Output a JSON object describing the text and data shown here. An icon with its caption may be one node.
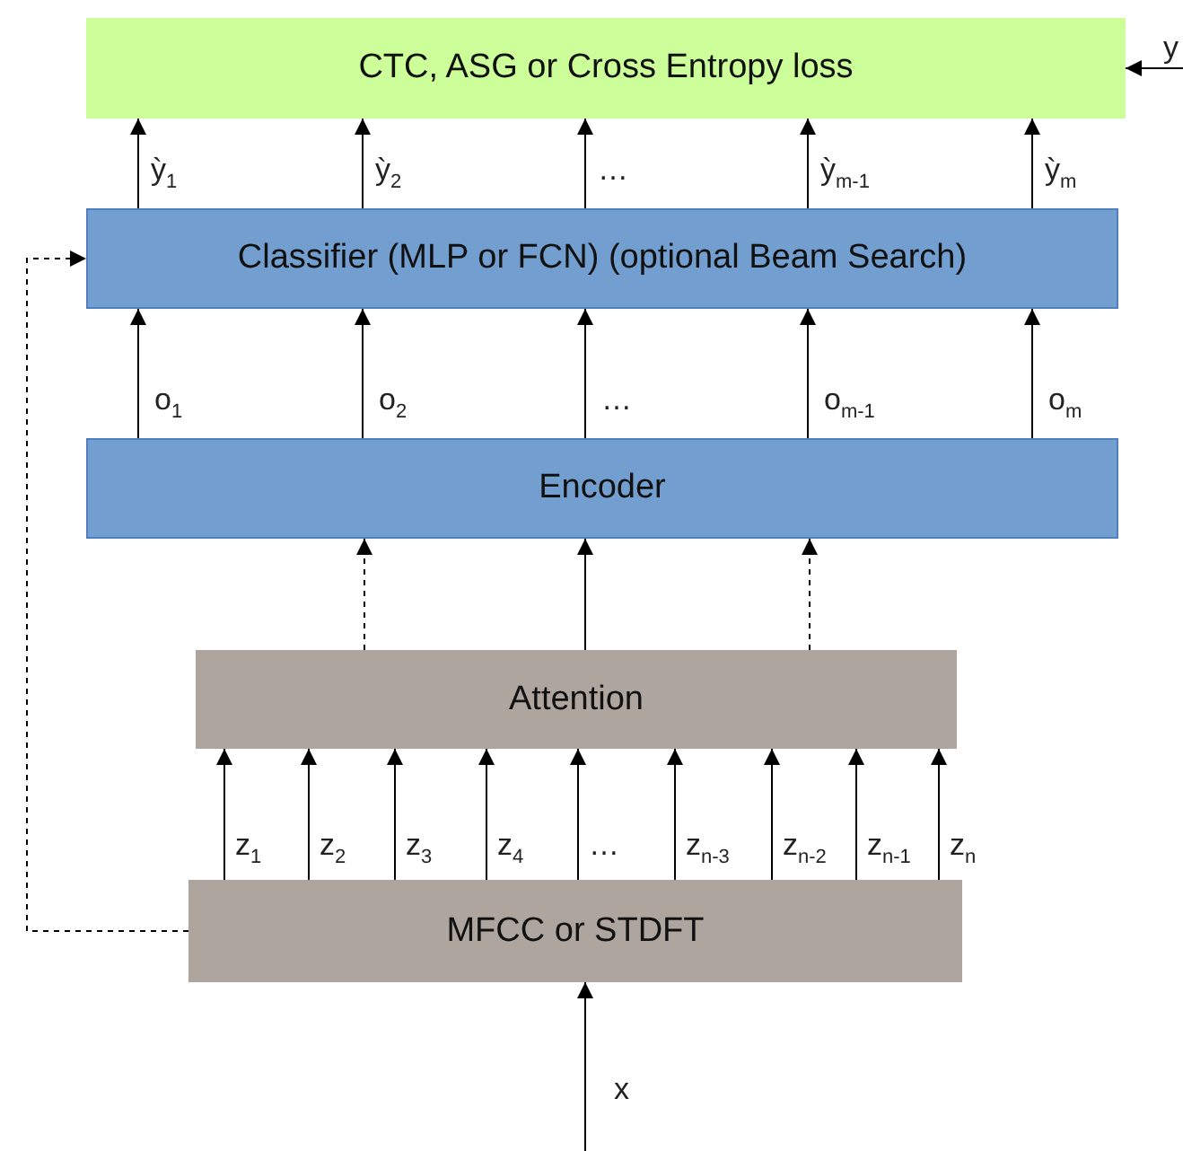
{
  "diagram": {
    "nodes": [
      {
        "text": [
          "CTC, ASG or Cross Entropy loss"
        ]
      },
      {
        "text": [
          "Classifier (MLP or FCN)  (optional Beam Search)"
        ]
      },
      {
        "text": [
          "Encoder"
        ]
      },
      {
        "text": [
          "Attention"
        ]
      },
      {
        "text": [
          "MFCC or STDFT"
        ]
      }
    ],
    "edges": [
      {
        "from": 1,
        "to": 0,
        "arrow": "to",
        "label": "ỳ$_{1}$"
      },
      {
        "from": 1,
        "to": 0,
        "arrow": "to",
        "label": "ỳ$_{2}$"
      },
      {
        "from": 1,
        "to": 0,
        "arrow": "to",
        "label": "…"
      },
      {
        "from": 1,
        "to": 0,
        "arrow": "to",
        "label": "ỳ$_{m-1}$"
      },
      {
        "from": 1,
        "to": 0,
        "arrow": "to",
        "label": "ỳ$_{m}$"
      },
      {
        "from": null,
        "to": 0,
        "arrow": "to",
        "label": "y"
      },
      {
        "from": 2,
        "to": 1,
        "arrow": "to",
        "label": "o$_{1}$"
      },
      {
        "from": 2,
        "to": 1,
        "arrow": "to",
        "label": "o$_{2}$"
      },
      {
        "from": 2,
        "to": 1,
        "arrow": "to",
        "label": "…"
      },
      {
        "from": 2,
        "to": 1,
        "arrow": "to",
        "label": "o$_{m-1}$"
      },
      {
        "from": 2,
        "to": 1,
        "arrow": "to",
        "label": "o$_{m}$"
      },
      {
        "from": 3,
        "to": 2,
        "arrow": "to",
        "style": "dashed"
      },
      {
        "from": 3,
        "to": 2,
        "arrow": "to"
      },
      {
        "from": 3,
        "to": 2,
        "arrow": "to",
        "style": "dashed"
      },
      {
        "from": 4,
        "to": 3,
        "arrow": "to",
        "label": "z$_{1}$"
      },
      {
        "from": 4,
        "to": 3,
        "arrow": "to",
        "label": "z$_{2}$"
      },
      {
        "from": 4,
        "to": 3,
        "arrow": "to",
        "label": "z$_{3}$"
      },
      {
        "from": 4,
        "to": 3,
        "arrow": "to",
        "label": "z$_{4}$"
      },
      {
        "from": 4,
        "to": 3,
        "arrow": "to",
        "label": "…"
      },
      {
        "from": 4,
        "to": 3,
        "arrow": "to",
        "label": "z$_{n-3}$"
      },
      {
        "from": 4,
        "to": 3,
        "arrow": "to",
        "label": "z$_{n-2}$"
      },
      {
        "from": 4,
        "to": 3,
        "arrow": "to",
        "label": "z$_{n-1}$"
      },
      {
        "from": 4,
        "to": 3,
        "arrow": "to",
        "label": "z$_{n}$"
      },
      {
        "from": null,
        "to": 4,
        "arrow": "to",
        "label": "x"
      },
      {
        "from": 4,
        "to": 1,
        "arrow": "to",
        "style": "dashed"
      }
    ]
  }
}
